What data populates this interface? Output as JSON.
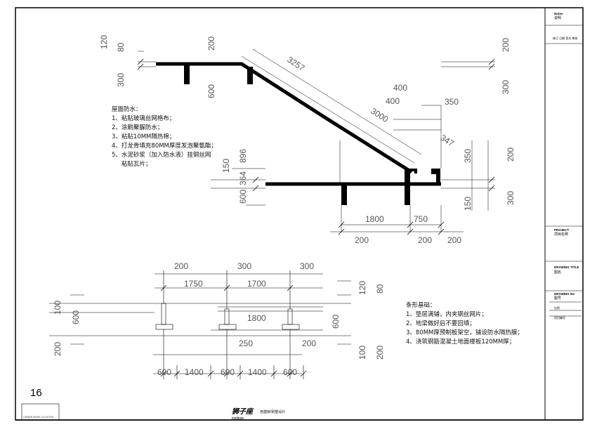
{
  "sheet_number": "16",
  "roof_notes": {
    "title": "屋面防水：",
    "items": [
      "1、粘贴玻璃丝网格布；",
      "2、涂刷聚脲防水；",
      "3、粘贴10MM隔热棉；",
      "4、打龙骨填充80MM厚度发泡聚氨酯；",
      "5、水泥砂浆（加入防水液）挂钢丝网",
      "粘贴瓦片；"
    ]
  },
  "foundation_notes": {
    "title": "条形基础：",
    "items": [
      "1、垫层满铺，内夹钢丝网片；",
      "2、地梁做好后不要回填；",
      "3、80MM厚预制板架空，铺设防水隔热膜；",
      "4、浇筑钢筋混凝土地面楼板120MM厚；"
    ]
  },
  "roof_section_dims": {
    "left_120": "120",
    "left_80": "80",
    "left_300": "300",
    "top_200": "200",
    "mid_600": "600",
    "slope_3257": "3257",
    "slope_3000": "3000",
    "top_400a": "400",
    "top_400b": "400",
    "top_350": "350",
    "diag_347": "347",
    "right_350": "350",
    "right_150": "150",
    "far_right_200_top": "200",
    "far_right_300_top": "300",
    "far_right_200_bottom": "200",
    "far_right_300_bottom": "300",
    "left_896": "896",
    "left_364": "364",
    "left_150": "150",
    "left_600": "600",
    "bottom_1800": "1800",
    "bottom_750": "750",
    "bottom_200a": "200",
    "bottom_200b": "200",
    "bottom_200c": "200"
  },
  "foundation_section_dims": {
    "top_200": "200",
    "top_300a": "300",
    "top_300b": "300",
    "span_1750": "1750",
    "span_1700": "1700",
    "span_1800": "1800",
    "span_250": "250",
    "span_200": "200",
    "left_100": "100",
    "left_600": "600",
    "left_200": "200",
    "right_120": "120",
    "right_80": "80",
    "right_600": "600",
    "right_100": "100",
    "right_200": "200",
    "bottom_600a": "600",
    "bottom_1400a": "1400",
    "bottom_600b": "600",
    "bottom_1400b": "1400",
    "bottom_600c": "600"
  },
  "title_block": {
    "notes_en": "Notes",
    "notes_cn": "说明",
    "rev_row": "修订  日期  签名  审核",
    "project_en": "PROJECT",
    "project_cn": "项目名称",
    "drawing_title_en": "DRAWING TITLE",
    "drawing_title_cn": "图名",
    "drawing_no_en": "DRAWING No",
    "drawing_no_cn": "图号",
    "scale_label": "比例",
    "code_label": "项目编号"
  },
  "logo": {
    "brand": "狮子座",
    "sub": "institute",
    "tagline": "自建房/别墅设计"
  },
  "stamp_label": "OWNER MARK LOCATION"
}
